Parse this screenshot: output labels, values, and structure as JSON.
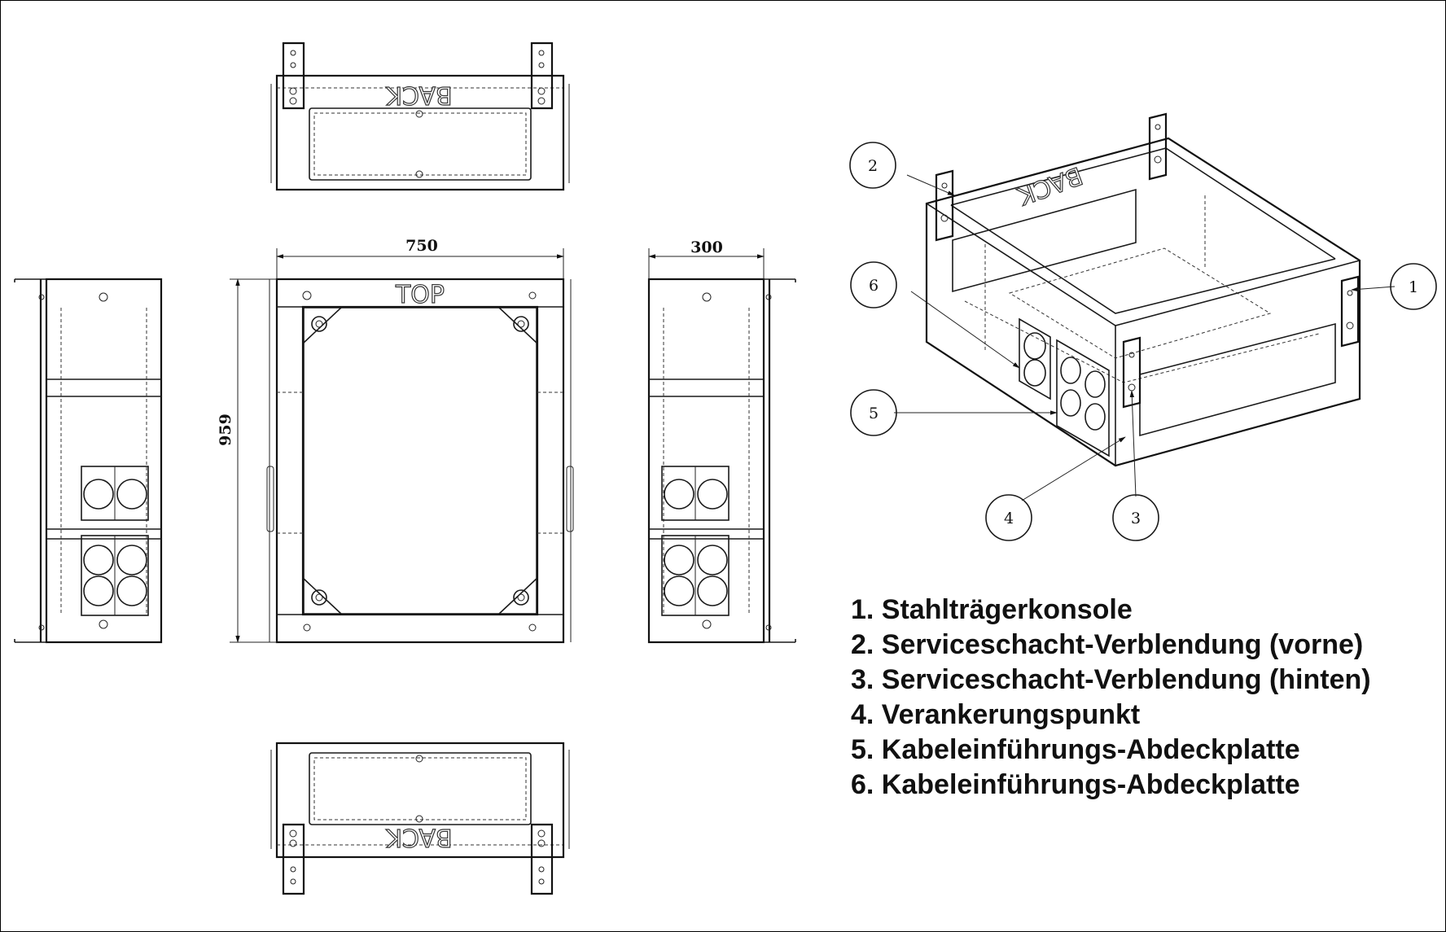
{
  "dimensions": {
    "width": "750",
    "height": "959",
    "depth": "300"
  },
  "engravings": {
    "top": "TOP",
    "back": "BACK"
  },
  "callouts": [
    "1",
    "2",
    "3",
    "4",
    "5",
    "6"
  ],
  "legend": [
    "1. Stahlträgerkonsole",
    "2. Serviceschacht-Verblendung (vorne)",
    "3. Serviceschacht-Verblendung (hinten)",
    "4. Verankerungspunkt",
    "5. Kabeleinführungs-Abdeckplatte",
    "6. Kabeleinführungs-Abdeckplatte"
  ]
}
